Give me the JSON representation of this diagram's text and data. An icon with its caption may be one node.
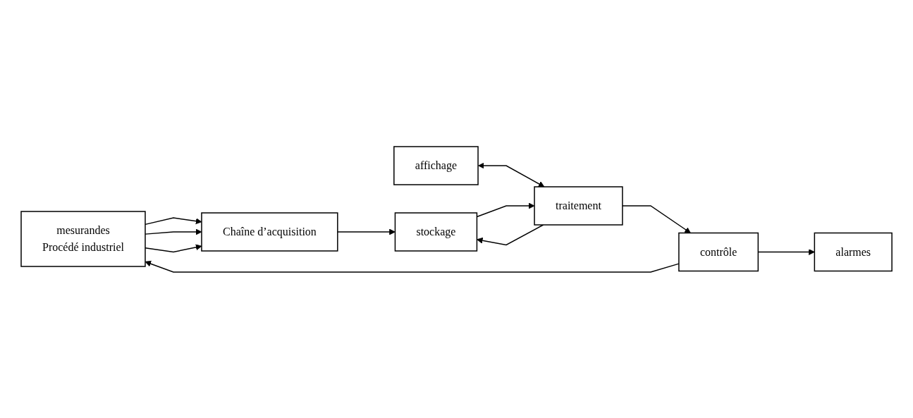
{
  "diagram": {
    "nodes": [
      {
        "text": [
          "mesurandes",
          "Procédé industriel"
        ]
      },
      {
        "text": [
          "Chaîne d’acquisition"
        ]
      },
      {
        "text": [
          "affichage"
        ]
      },
      {
        "text": [
          "stockage"
        ]
      },
      {
        "text": [
          "traitement"
        ]
      },
      {
        "text": [
          "contrôle"
        ]
      },
      {
        "text": [
          "alarmes"
        ]
      }
    ],
    "edges": [
      {
        "from": 0,
        "to": 1,
        "arrow": "to"
      },
      {
        "from": 0,
        "to": 1,
        "arrow": "to"
      },
      {
        "from": 0,
        "to": 1,
        "arrow": "to"
      },
      {
        "from": 1,
        "to": 3,
        "arrow": "to"
      },
      {
        "from": 2,
        "to": 4,
        "arrow": "both"
      },
      {
        "from": 3,
        "to": 4,
        "arrow": "to"
      },
      {
        "from": 4,
        "to": 3,
        "arrow": "to"
      },
      {
        "from": 4,
        "to": 5,
        "arrow": "to"
      },
      {
        "from": 5,
        "to": 0,
        "arrow": "to"
      },
      {
        "from": 5,
        "to": 6,
        "arrow": "to"
      }
    ]
  }
}
